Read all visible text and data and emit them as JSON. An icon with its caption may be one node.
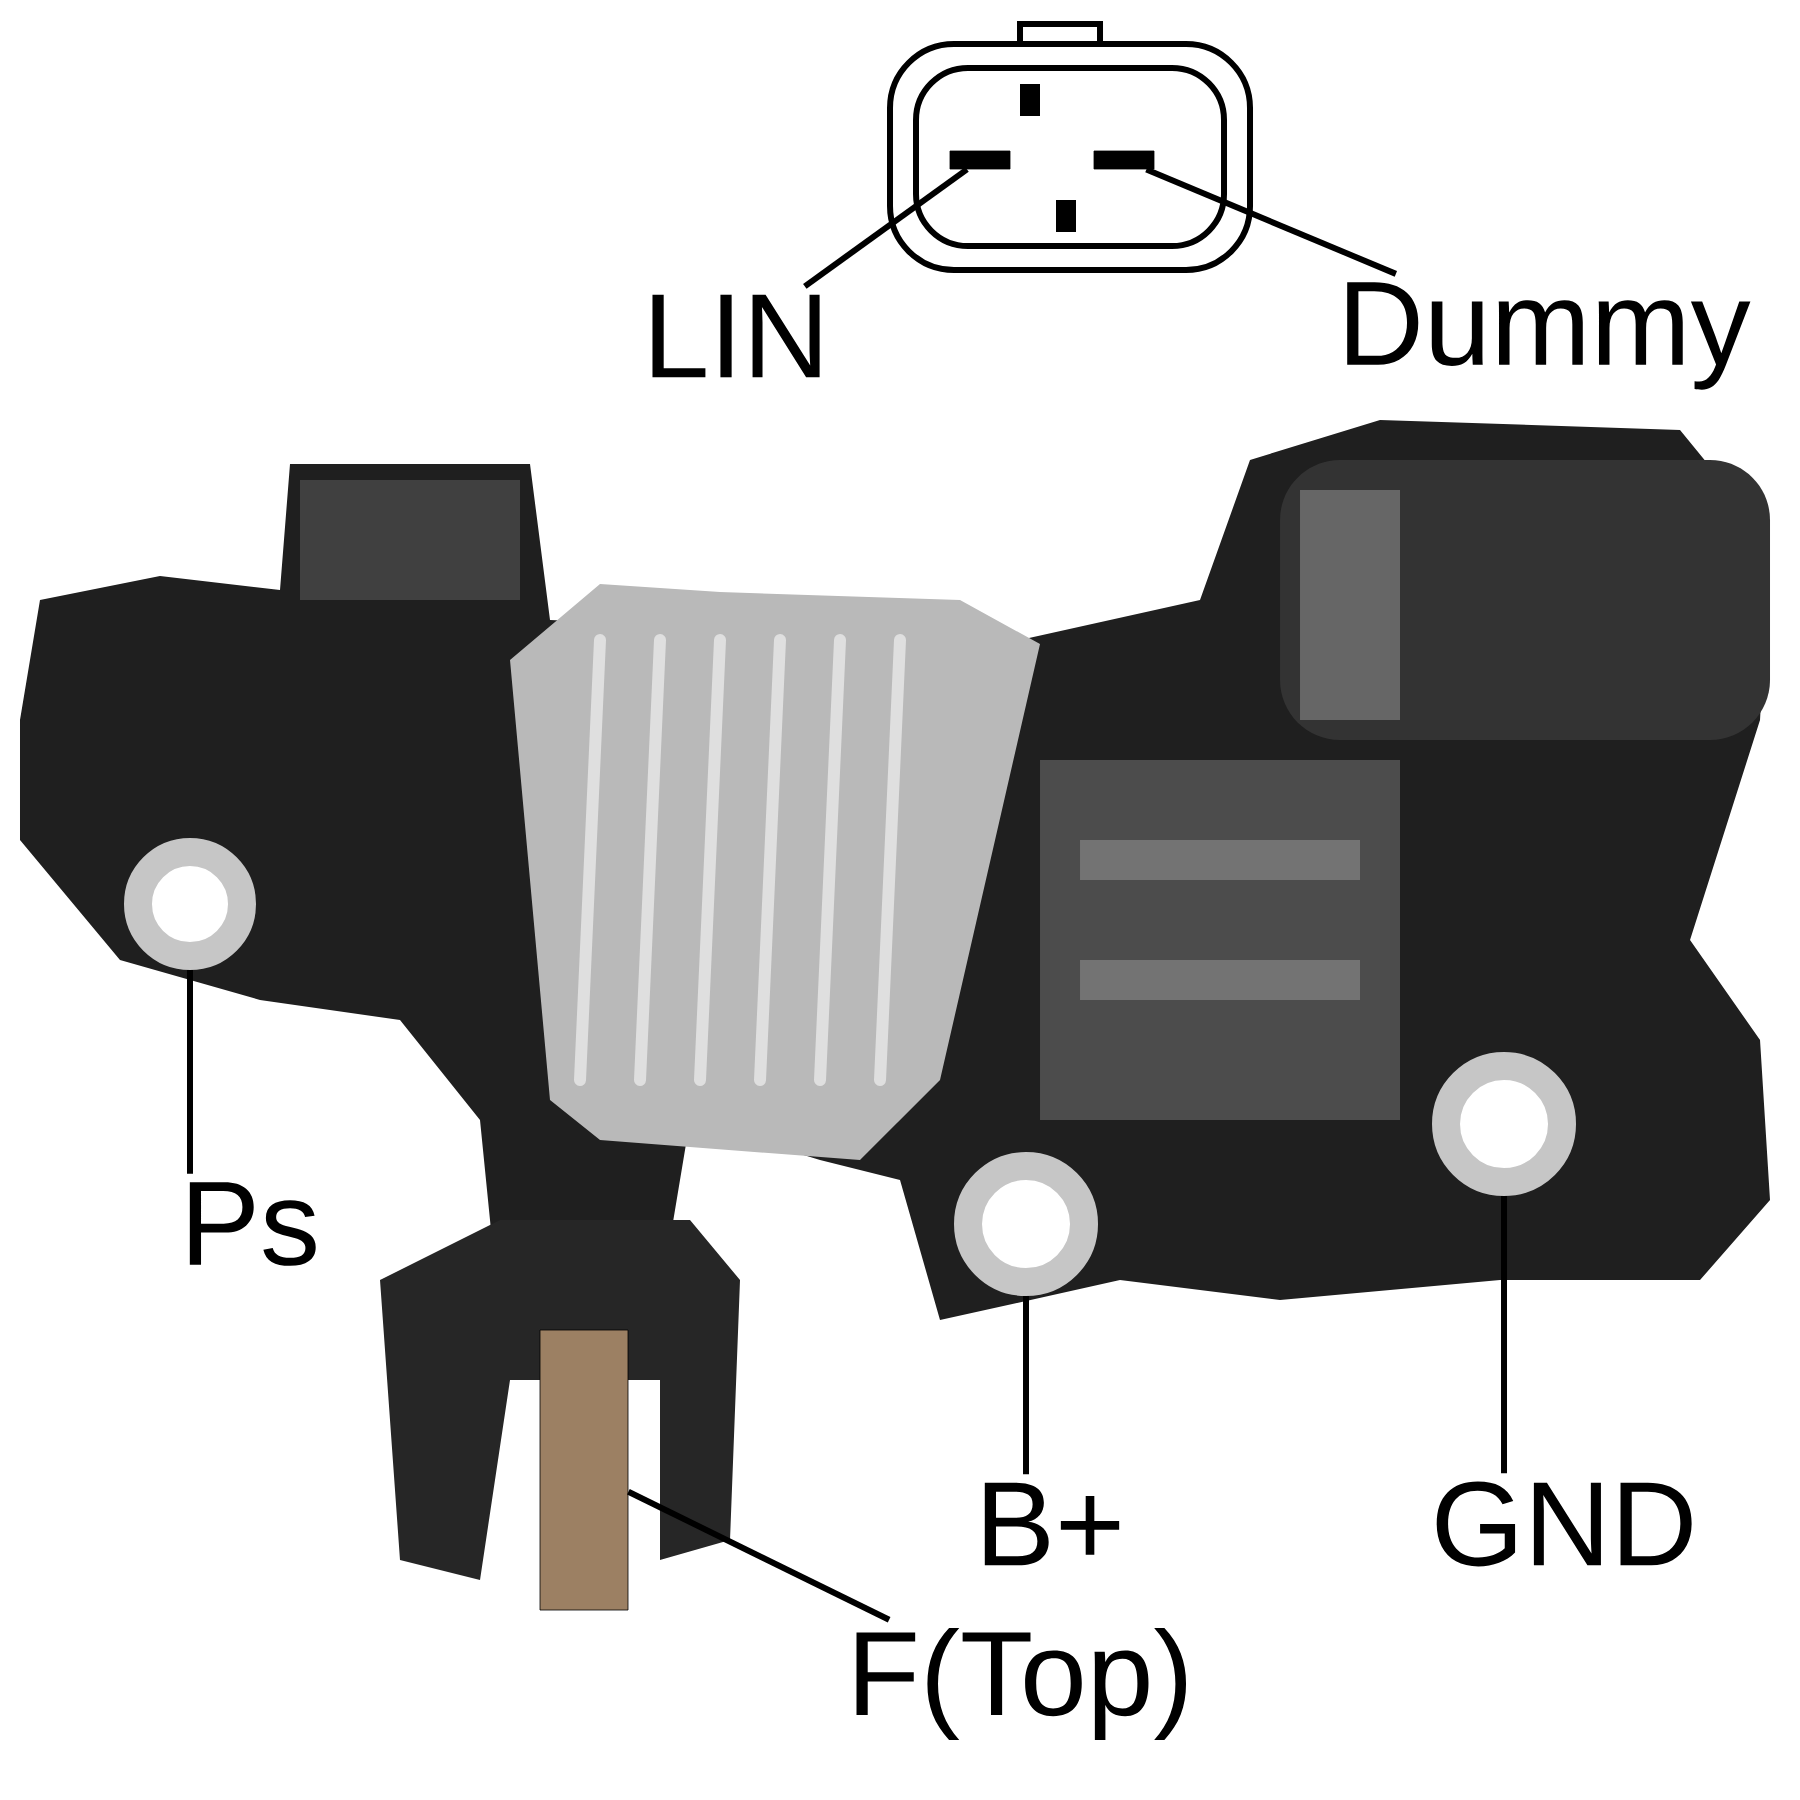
{
  "diagram": {
    "nodes": [
      {
        "text": [],
        "shape": "box"
      },
      {
        "text": [],
        "shape": "box"
      },
      {
        "text": [
          "LIN"
        ]
      },
      {
        "text": [
          "Dummy"
        ]
      },
      {
        "text": [],
        "shape": "circle"
      },
      {
        "text": [
          "Ps"
        ]
      },
      {
        "text": [],
        "shape": "circle"
      },
      {
        "text": [],
        "shape": "circle"
      },
      {
        "text": [],
        "shape": "box"
      },
      {
        "text": [
          "B+"
        ]
      },
      {
        "text": [
          "GND"
        ]
      },
      {
        "text": [
          "F(Top)"
        ]
      }
    ],
    "edges": [
      {
        "from": 2,
        "to": 0,
        "arrow": "none"
      },
      {
        "from": 3,
        "to": 1,
        "arrow": "none"
      },
      {
        "from": 5,
        "to": 4,
        "arrow": "none"
      },
      {
        "from": 9,
        "to": 6,
        "arrow": "none"
      },
      {
        "from": 10,
        "to": 7,
        "arrow": "none"
      },
      {
        "from": 11,
        "to": 8,
        "arrow": "none"
      }
    ]
  }
}
